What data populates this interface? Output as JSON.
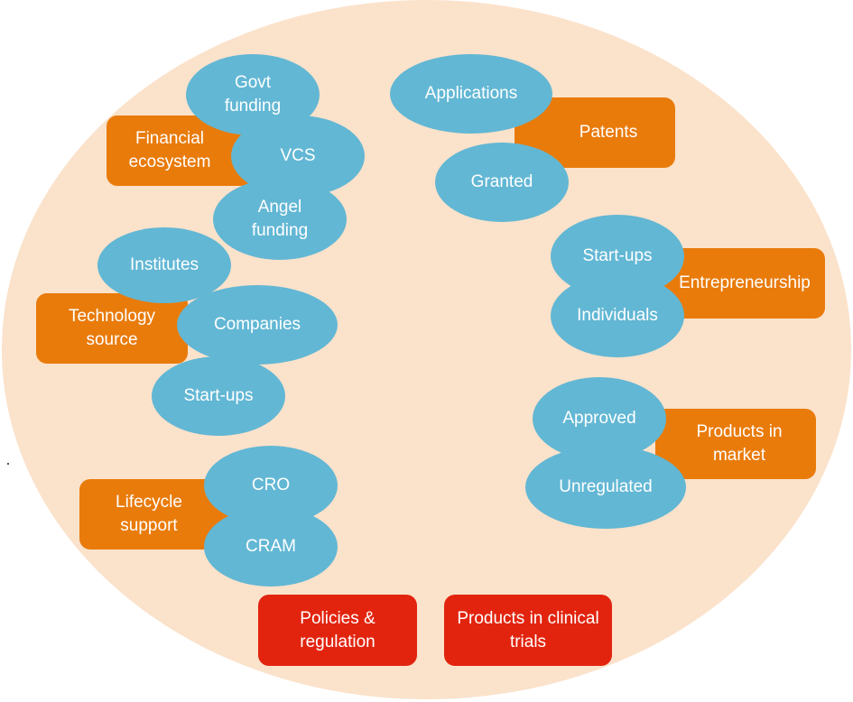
{
  "colors": {
    "background_ellipse": "#fbe2cb",
    "sub_item": "#62b7d4",
    "category": "#e97b0b",
    "highlight": "#e2240f",
    "text": "#ffffff"
  },
  "groups": {
    "financial": {
      "category": "Financial\necosystem",
      "items": [
        "Govt\nfunding",
        "VCS",
        "Angel\nfunding"
      ]
    },
    "technology": {
      "category": "Technology\nsource",
      "items": [
        "Institutes",
        "Companies",
        "Start-ups"
      ]
    },
    "lifecycle": {
      "category": "Lifecycle\nsupport",
      "items": [
        "CRO",
        "CRAM"
      ]
    },
    "patents": {
      "category": "Patents",
      "items": [
        "Applications",
        "Granted"
      ]
    },
    "entrepreneurship": {
      "category": "Entrepreneurship",
      "items": [
        "Start-ups",
        "Individuals"
      ]
    },
    "market": {
      "category": "Products in\nmarket",
      "items": [
        "Approved",
        "Unregulated"
      ]
    }
  },
  "highlights": [
    "Policies &\nregulation",
    "Products in clinical\ntrials"
  ]
}
